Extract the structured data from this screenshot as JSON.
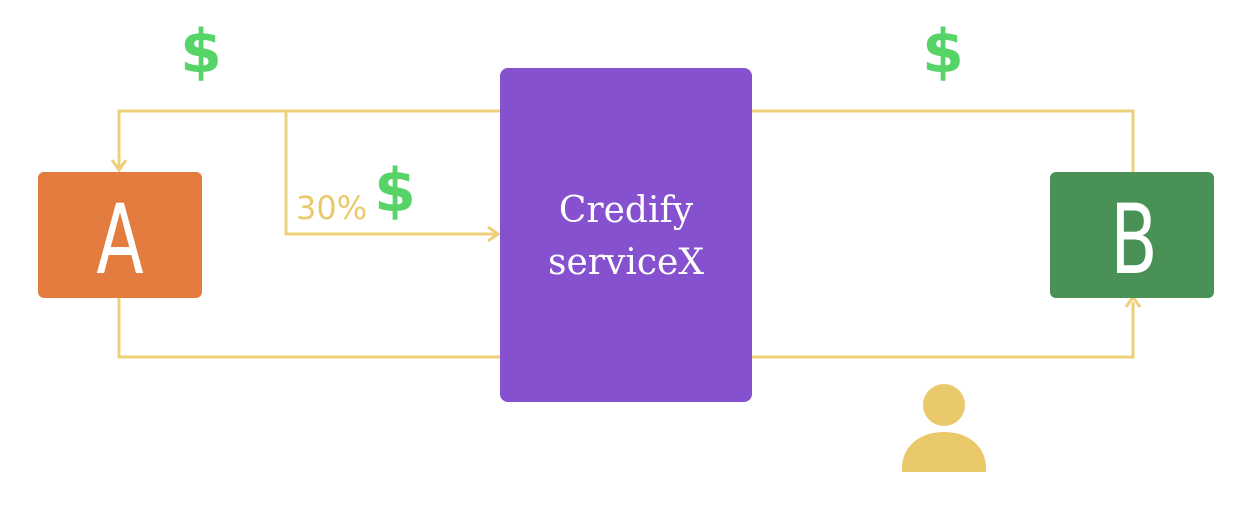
{
  "nodes": {
    "a": {
      "label": "A",
      "color": "#e47c3f"
    },
    "b": {
      "label": "B",
      "color": "#4a9155"
    },
    "service": {
      "line1": "Credify",
      "line2": "serviceX",
      "color": "#8651cf"
    }
  },
  "annotations": {
    "dollar_top_left": "$",
    "dollar_top_right": "$",
    "dollar_share": "$",
    "share_percent": "30%"
  },
  "colors": {
    "flow_line": "#efd07a",
    "dollar": "#57d468",
    "user": "#e9c96a"
  },
  "icons": {
    "user": "user-icon"
  }
}
